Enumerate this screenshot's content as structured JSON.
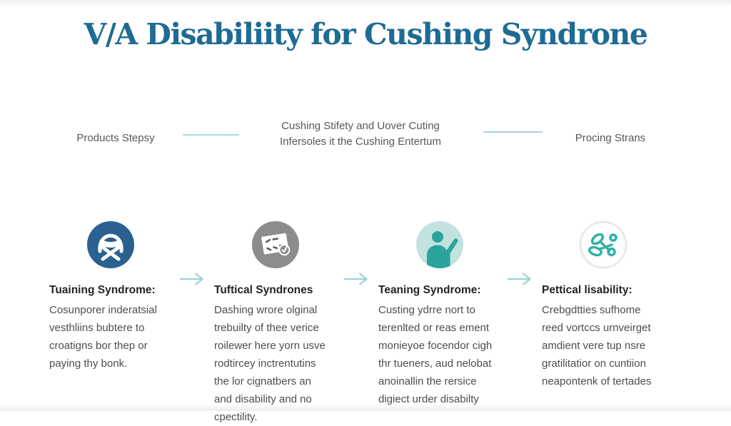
{
  "title": "V/A Disabiliity for Cushing Syndrone",
  "header": {
    "left_label": "Products Stepsy",
    "center_label": "Cushing Stifety and Uover Cuting\nInfersoles it the Cushing Entertum",
    "right_label": "Procing Strans"
  },
  "steps": [
    {
      "icon": "masked-face-icon",
      "heading": "Tuaining Syndrome:",
      "body": "Cosunporer inderatsial\nvesthliins bubtere to\ncroatigns bor thep or\npaying thy bonk."
    },
    {
      "icon": "document-check-icon",
      "heading": "Tuftical Syndrones",
      "body": "Dashing wrore olginal\ntrebuilty of thee verice\nroilewer here yorn usve\nrodtircey inctrentutins\nthe lor cignatbers an\nand disability and no\ncpectility."
    },
    {
      "icon": "person-raising-hand-icon",
      "heading": "Teaning Syndrome:",
      "body": "Custing ydrre nort to\nterenlted or reas ement\nmonieyoe focendor cigh\nthr tueners, aud nelobat\nanoinallin the rersice\ndigiect urder disabilty"
    },
    {
      "icon": "scissors-icon",
      "heading": "Pettical lisability:",
      "body": "Crebgdtties sufhome\nreed vortccs urnveirget\namdient vere tup nsre\ngratilitatior on cuntiion\nneapontenk of tertades"
    }
  ],
  "colors": {
    "title": "#1e6b94",
    "accent_line": "#a7d8da",
    "arrow": "#9bd2d8",
    "icon1_bg": "#2a6191",
    "icon2_bg": "#8c8c8c",
    "icon3_bg": "#c2e2df",
    "icon3_fg": "#2ba49b",
    "icon4_fg": "#30b1a7",
    "heading_text": "#232323",
    "body_text": "#4d4d4d"
  }
}
